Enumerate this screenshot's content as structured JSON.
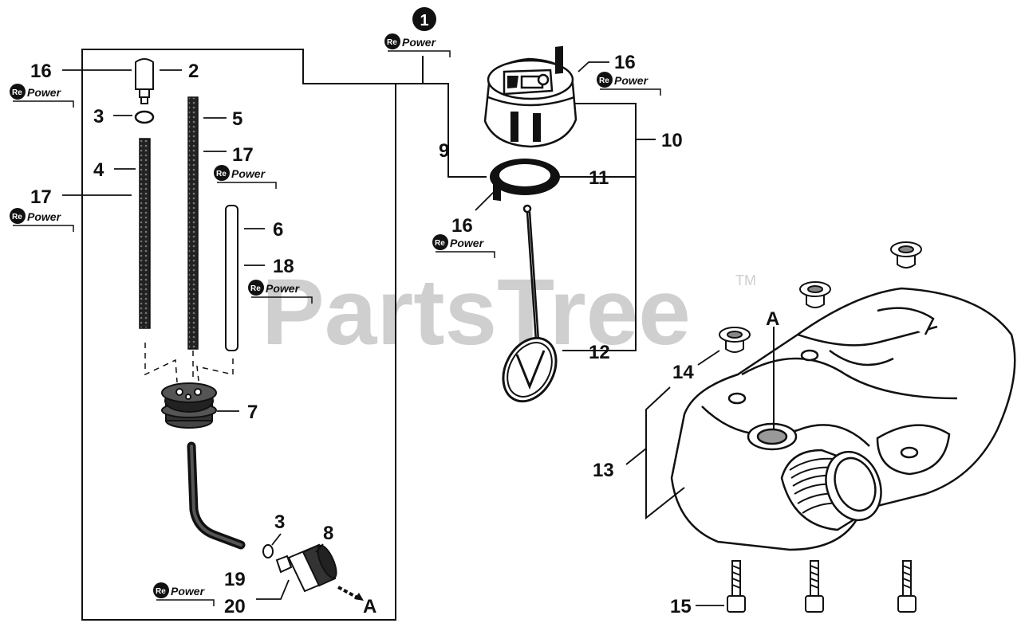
{
  "watermark": {
    "text": "PartsTree",
    "tm": "TM"
  },
  "badge": {
    "text": "1"
  },
  "brand": {
    "re": "Re",
    "power": "Power"
  },
  "labels": {
    "l16a": "16",
    "l2": "2",
    "l3a": "3",
    "l4": "4",
    "l5": "5",
    "l17a": "17",
    "l17b": "17",
    "l6": "6",
    "l18": "18",
    "l7": "7",
    "l3b": "3",
    "l8": "8",
    "l19": "19",
    "l20": "20",
    "lAa": "A",
    "l16b": "16",
    "l9": "9",
    "l10": "10",
    "l11": "11",
    "l16c": "16",
    "l12": "12",
    "lAb": "A",
    "l14": "14",
    "l13": "13",
    "l15": "15"
  }
}
